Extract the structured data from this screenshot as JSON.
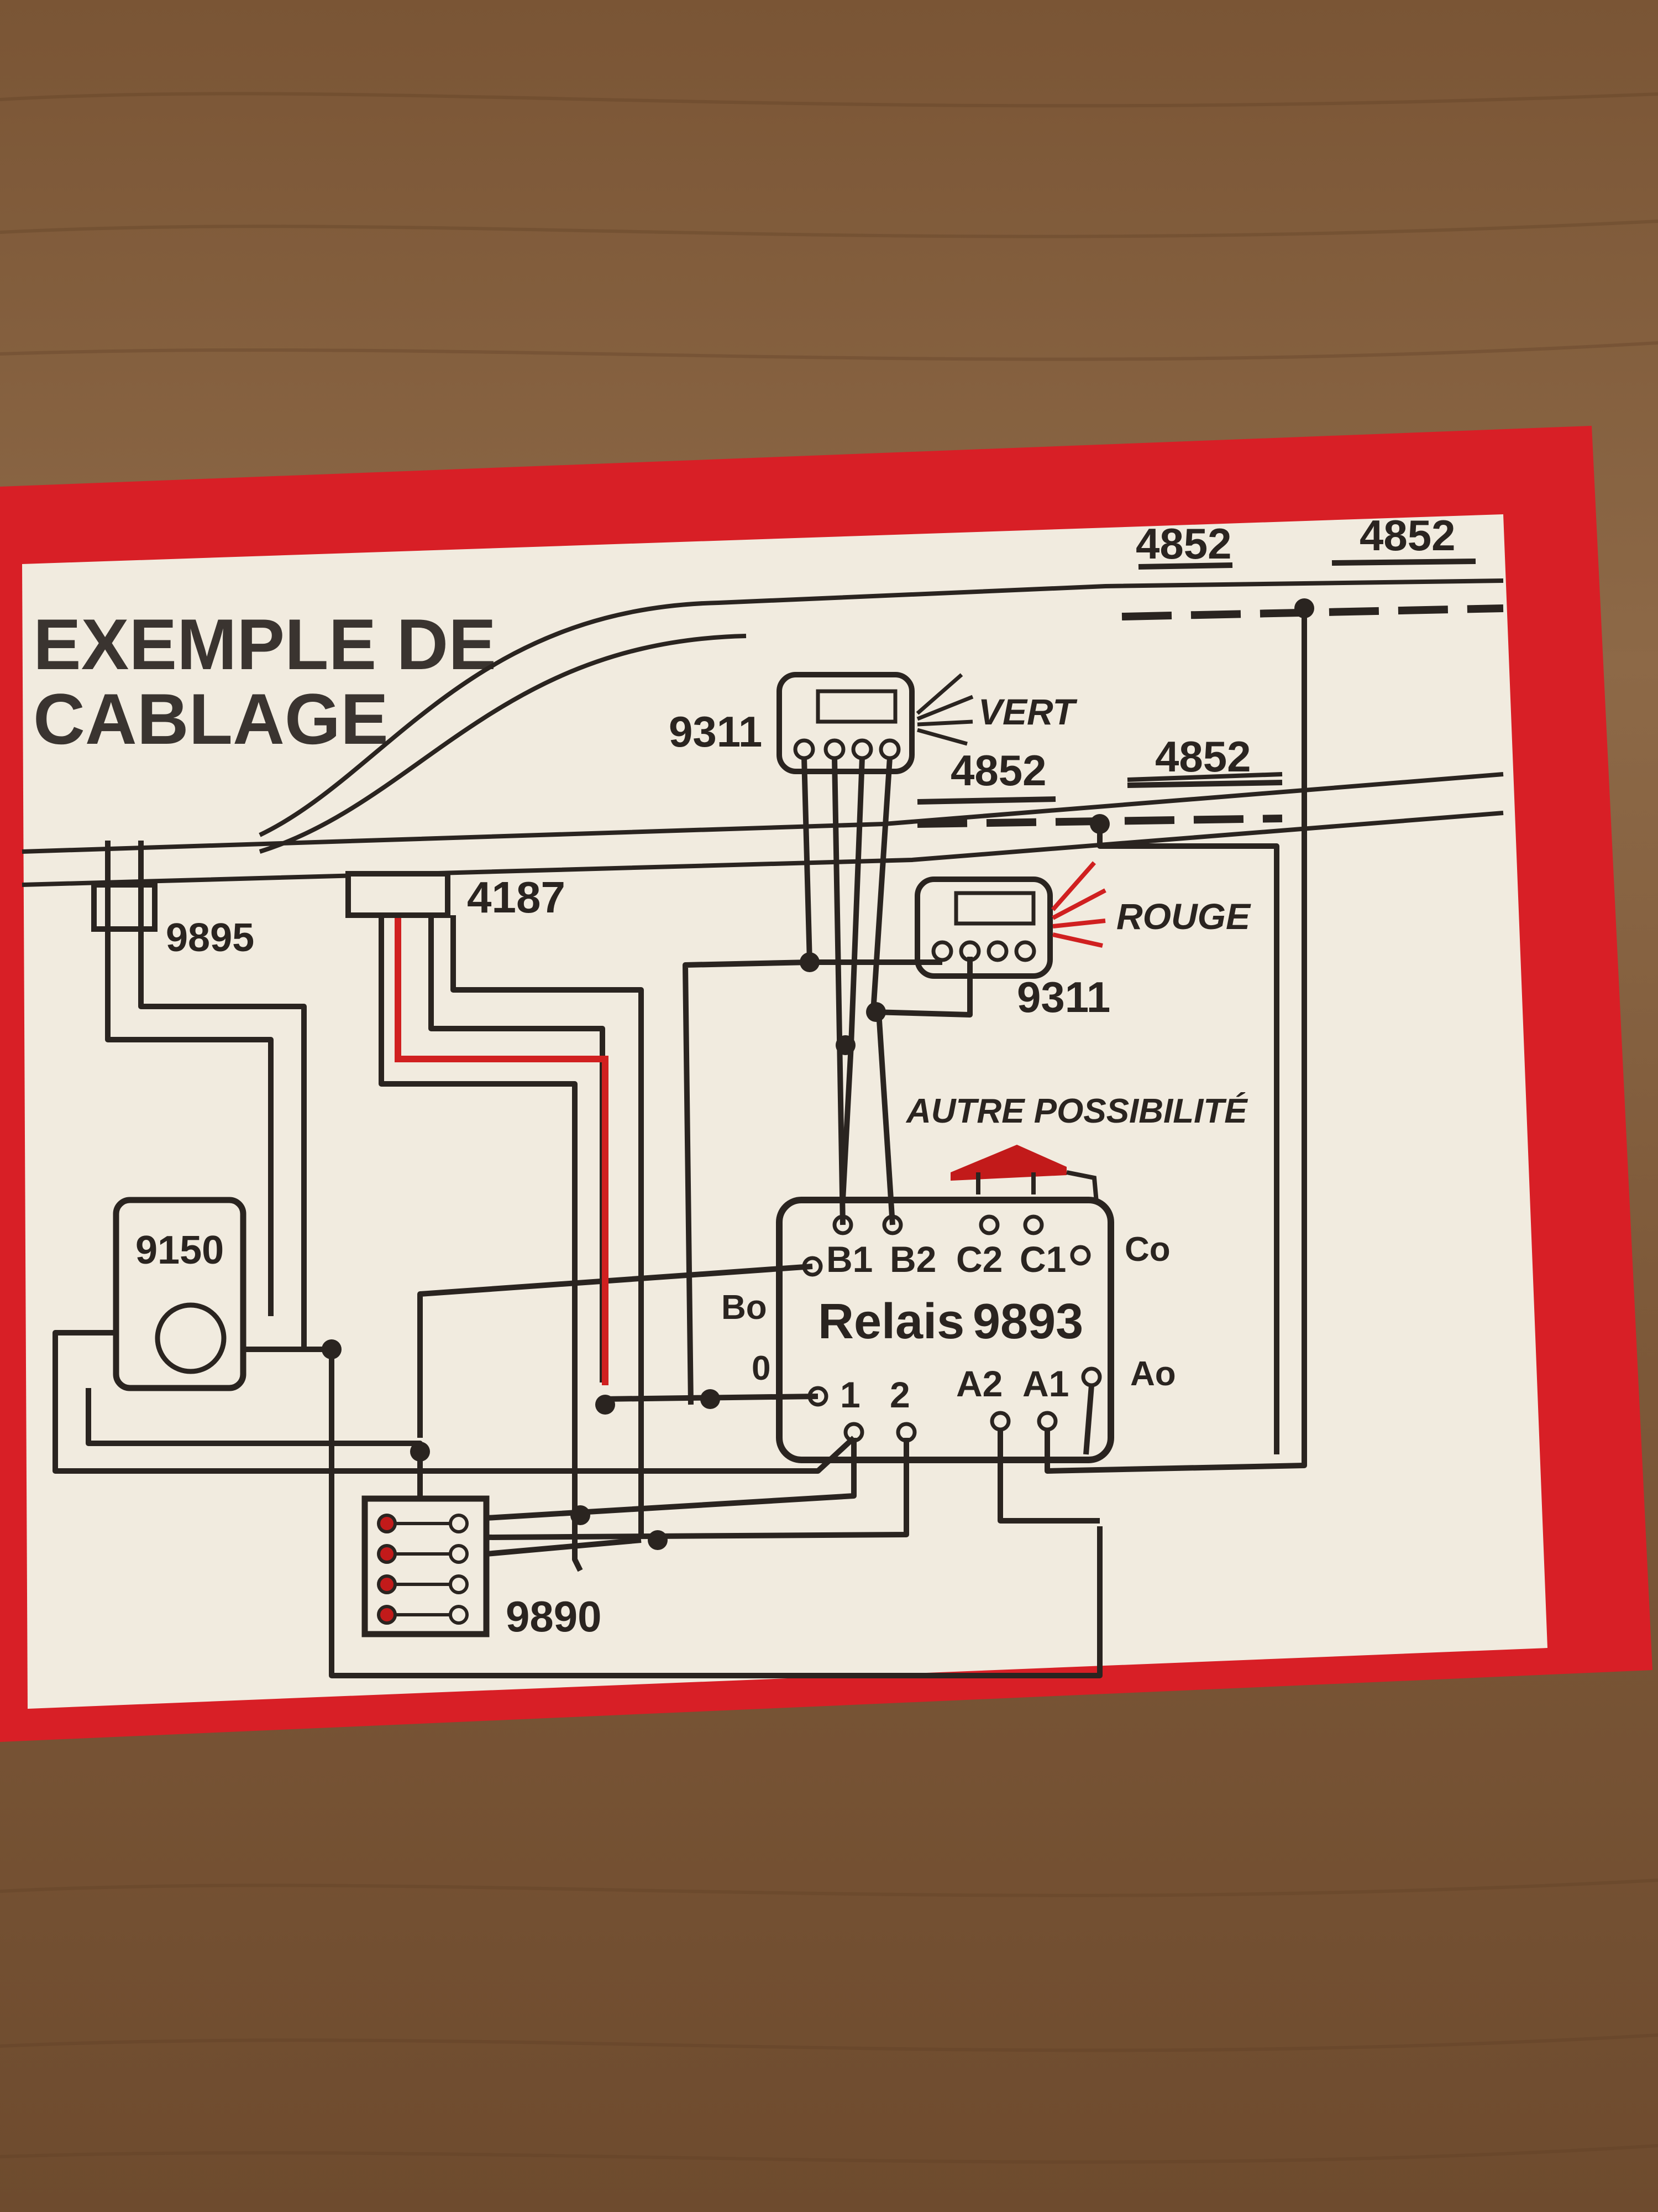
{
  "title": {
    "line1": "EXEMPLE DE",
    "line2": "CABLAGE"
  },
  "tracks": {
    "top_left": "4852",
    "top_right": "4852",
    "mid_left": "4852",
    "mid_right": "4852"
  },
  "components": {
    "isolator": "9895",
    "turnout_motor": "4187",
    "signal_top": "9311",
    "signal_bottom": "9311",
    "transformer": "9150",
    "switch_box": "9890",
    "relay_name": "Relais",
    "relay_number": "9893"
  },
  "signal_labels": {
    "green": "VERT",
    "red": "ROUGE"
  },
  "alternative": "AUTRE POSSIBILITÉ",
  "relay_terminals": {
    "B1": "B1",
    "B2": "B2",
    "C2": "C2",
    "C1": "C1",
    "C0": "Co",
    "B0": "Bo",
    "zero": "0",
    "one": "1",
    "two": "2",
    "A2": "A2",
    "A1": "A1",
    "A0": "Ao"
  },
  "colors": {
    "box_red": "#d81f26",
    "card": "#f1ebdf",
    "ink": "#2a2420",
    "wood": "#8a6442",
    "wire_red": "#d02020"
  }
}
